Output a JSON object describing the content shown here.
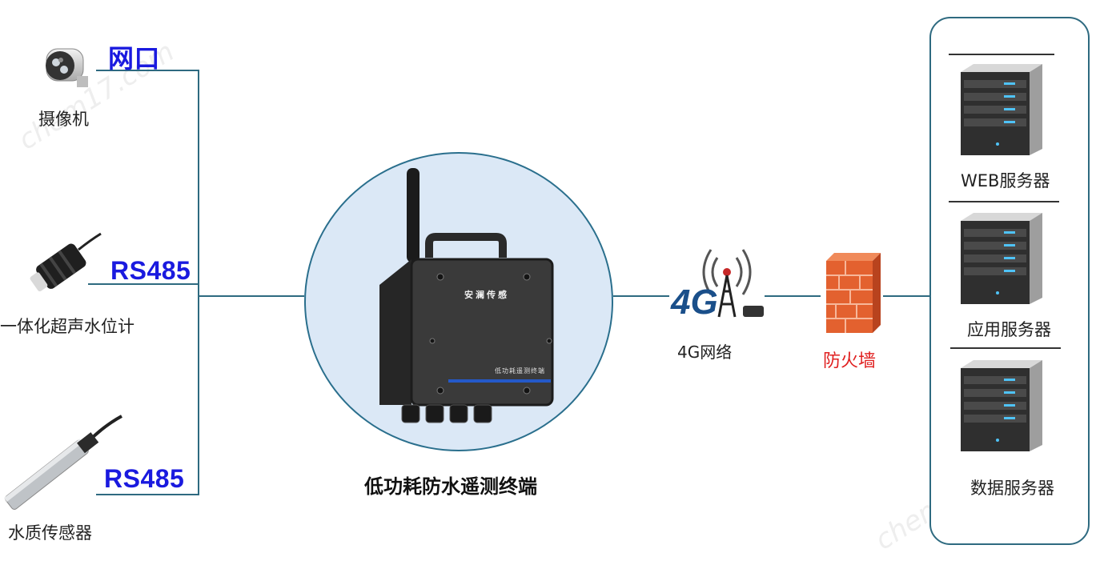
{
  "devices": {
    "camera": {
      "label": "摄像机",
      "link": "网口"
    },
    "level_meter": {
      "label": "一体化超声水位计",
      "link": "RS485"
    },
    "water_sensor": {
      "label": "水质传感器",
      "link": "RS485"
    }
  },
  "terminal": {
    "title": "低功耗防水遥测终端",
    "brand": "安澜传感",
    "model": "低功耗遥测终端"
  },
  "network": {
    "label": "4G网络",
    "icon_text": "4G"
  },
  "firewall": {
    "label": "防火墙"
  },
  "servers": [
    {
      "label": "WEB服务器"
    },
    {
      "label": "应用服务器"
    },
    {
      "label": "数据服务器"
    }
  ],
  "watermark": "chem17.com",
  "colors": {
    "link_label": "#1a1adf",
    "wire": "#2e6a80",
    "firewall_label": "#e02020",
    "circle_fill": "#dbe8f6"
  }
}
